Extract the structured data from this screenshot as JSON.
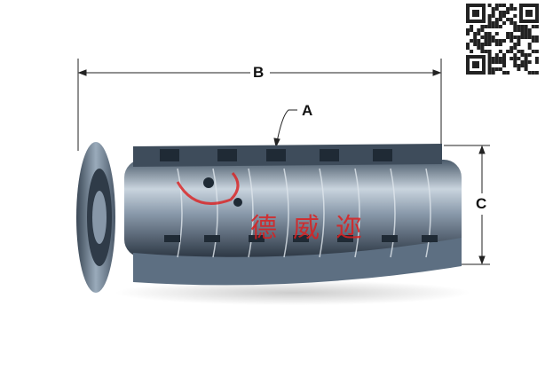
{
  "labels": {
    "a": "A",
    "b": "B",
    "c": "C"
  },
  "watermark": {
    "chinese": "德威迩"
  },
  "colors": {
    "body": "#6f8296",
    "dark": "#2f3b48",
    "watermark": "#dc1e1e"
  }
}
